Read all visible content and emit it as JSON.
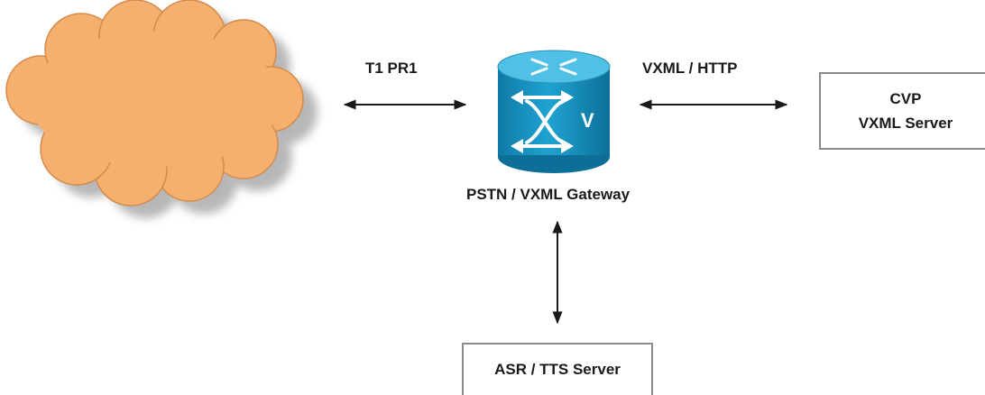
{
  "labels": {
    "t1_link": "T1 PR1",
    "vxml_link": "VXML / HTTP",
    "gateway": "PSTN / VXML Gateway",
    "gateway_glyph": "V"
  },
  "cvp_server": {
    "line1": "CVP",
    "line2": "VXML Server"
  },
  "asr_server": {
    "label": "ASR / TTS Server"
  },
  "colors": {
    "cloud_fill": "#f5b06f",
    "cloud_shadow": "#9a9a9a",
    "gateway_body": "#1a98c7",
    "gateway_top": "#4fc0e6",
    "box_border": "#8a8a8a",
    "arrow": "#1a1a1a"
  },
  "icons": {
    "network": "pstn-cloud-icon",
    "gateway": "vxml-gateway-router-icon"
  }
}
